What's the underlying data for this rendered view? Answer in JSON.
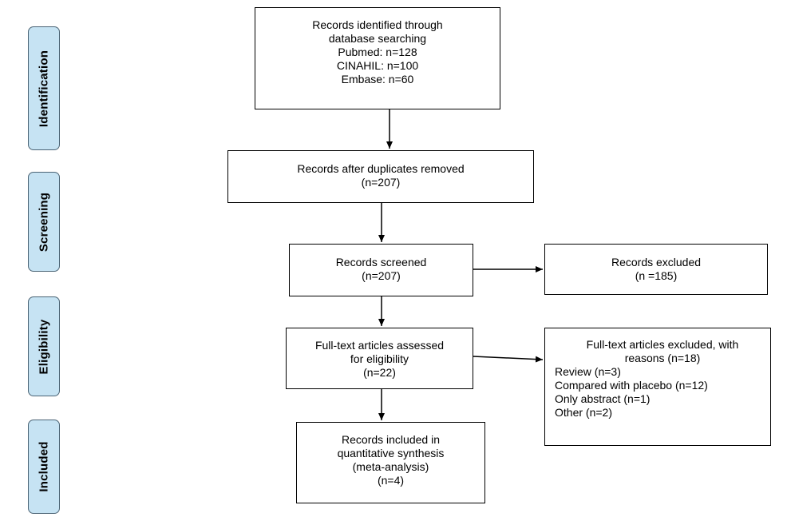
{
  "stages": [
    {
      "id": "identification",
      "label": "Identification"
    },
    {
      "id": "screening",
      "label": "Screening"
    },
    {
      "id": "eligibility",
      "label": "Eligibility"
    },
    {
      "id": "included",
      "label": "Included"
    }
  ],
  "boxes": {
    "identified": {
      "lines": [
        "Records identified through",
        "database searching",
        "Pubmed: n=128",
        "CINAHIL: n=100",
        "Embase: n=60"
      ]
    },
    "duplicates_removed": {
      "lines": [
        "Records after duplicates removed",
        "(n=207)"
      ]
    },
    "screened": {
      "lines": [
        "Records screened",
        "(n=207)"
      ]
    },
    "excluded": {
      "lines": [
        "Records excluded",
        "(n =185)"
      ]
    },
    "fulltext_assessed": {
      "lines": [
        "Full-text articles assessed",
        "for eligibility",
        "(n=22)"
      ]
    },
    "fulltext_excluded": {
      "head": [
        "Full-text articles excluded, with",
        "reasons (n=18)"
      ],
      "reasons": [
        "Review (n=3)",
        "Compared with placebo (n=12)",
        "Only abstract (n=1)",
        "Other (n=2)"
      ]
    },
    "included": {
      "lines": [
        "Records included in",
        "quantitative synthesis",
        "(meta-analysis)",
        "(n=4)"
      ]
    }
  },
  "colors": {
    "stage_fill": "#c6e3f3",
    "stage_border": "#4b6475",
    "box_border": "#000000"
  }
}
